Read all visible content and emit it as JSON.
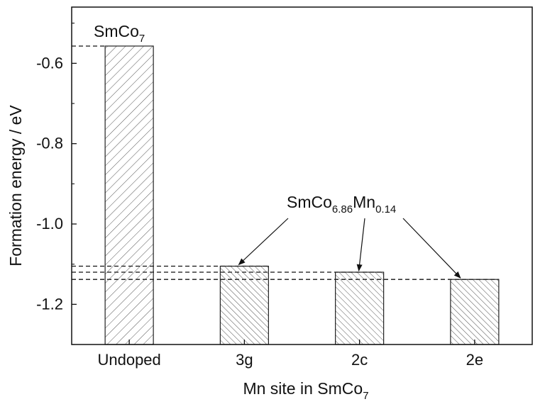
{
  "chart_data": {
    "type": "bar",
    "categories": [
      "Undoped",
      "3g",
      "2c",
      "2e"
    ],
    "values": [
      -0.557,
      -1.105,
      -1.12,
      -1.138
    ],
    "ylim": [
      -1.3,
      -0.46
    ],
    "yticks": [
      -0.6,
      -0.8,
      -1.0,
      -1.2
    ],
    "ytick_labels": [
      "-0.6",
      "-0.8",
      "-1.0",
      "-1.2"
    ],
    "xlabel": {
      "main": "Mn site in SmCo",
      "sub": "7"
    },
    "ylabel": "Formation energy / eV",
    "bar_fill": "hatched",
    "reference_lines": "dashed",
    "annotations": {
      "undoped": {
        "main": "SmCo",
        "sub": "7"
      },
      "doped": {
        "p1": "SmCo",
        "s1": "6.86",
        "p2": "Mn",
        "s2": "0.14"
      }
    },
    "grid": false,
    "legend": "none"
  }
}
